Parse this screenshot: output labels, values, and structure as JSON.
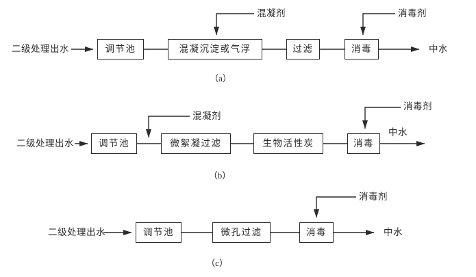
{
  "colors": {
    "line": "#2b2b2b",
    "text": "#2b2b2b",
    "background": "#ffffff"
  },
  "rows": {
    "a": {
      "caption": "（a）",
      "source": "二级处理出水",
      "output": "中水",
      "boxes": [
        "调节池",
        "混凝沉淀或气浮",
        "过滤",
        "消毒"
      ],
      "dosing": [
        "混凝剂",
        "消毒剂"
      ]
    },
    "b": {
      "caption": "（b）",
      "source": "二级处理出水",
      "output": "中水",
      "boxes": [
        "调节池",
        "微絮凝过滤",
        "生物活性炭",
        "消毒"
      ],
      "dosing": [
        "混凝剂",
        "消毒剂"
      ]
    },
    "c": {
      "caption": "（c）",
      "source": "二级处理出水",
      "output": "中水",
      "boxes": [
        "调节池",
        "微孔过滤",
        "消毒"
      ],
      "dosing": [
        "消毒剂"
      ]
    }
  }
}
